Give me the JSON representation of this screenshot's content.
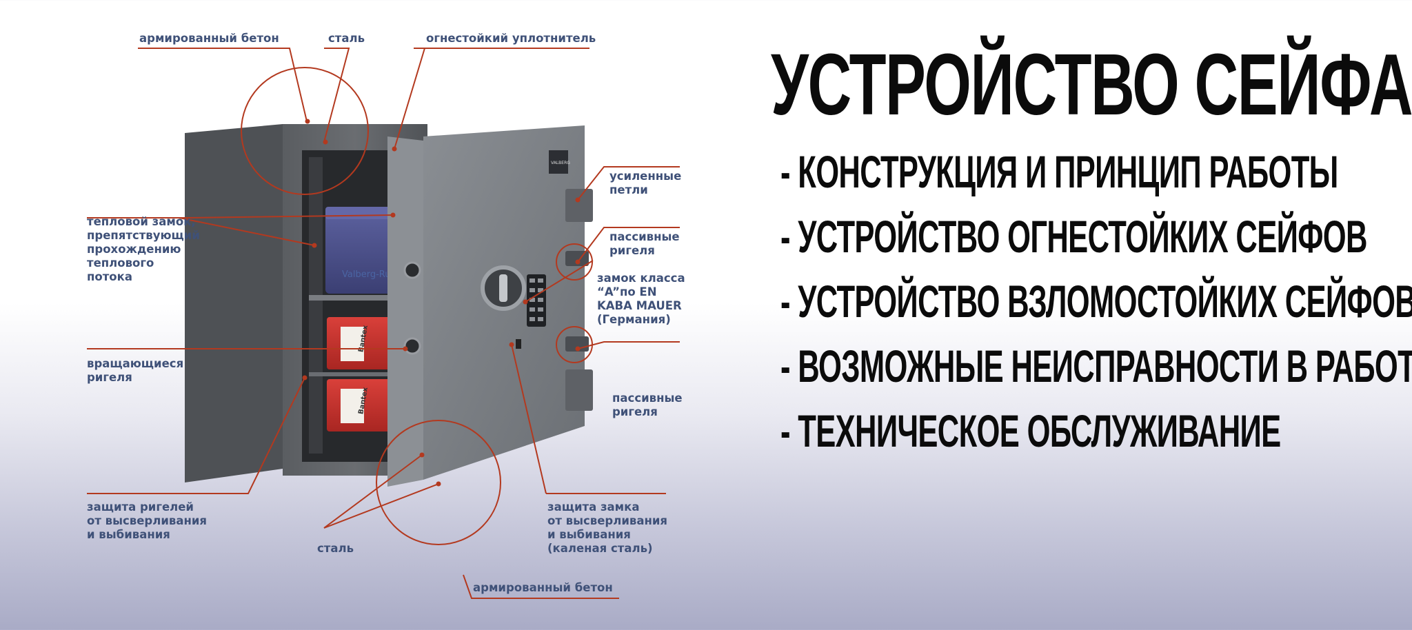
{
  "header": {
    "title": "УСТРОЙСТВО СЕЙФА"
  },
  "topics": [
    "- КОНСТРУКЦИЯ И ПРИНЦИП РАБОТЫ",
    "- УСТРОЙСТВО ОГНЕСТОЙКИХ СЕЙФОВ",
    "- УСТРОЙСТВО ВЗЛОМОСТОЙКИХ СЕЙФОВ",
    "- ВОЗМОЖНЫЕ НЕИСПРАВНОСТИ В РАБОТЕ",
    "- ТЕХНИЧЕСКОЕ ОБСЛУЖИВАНИЕ"
  ],
  "diagram": {
    "labels": {
      "reinforced_concrete_top": "армированный бетон",
      "steel_top": "сталь",
      "fire_seal": "огнестойкий уплотнитель",
      "reinforced_hinges": "усиленные\nпетли",
      "passive_bolts_top": "пассивные\nригеля",
      "lock_class": "замок класса\n“A”по EN\nKABA MAUER\n(Германия)",
      "passive_bolts_bottom": "пассивные\nригеля",
      "thermal_lock": "тепловой замок,\nпрепятствующий\nпрохождению\nтеплового\nпотока",
      "rotating_bolts": "вращающиеся\nригеля",
      "bolt_protection": "защита ригелей\nот высверливания\nи выбивания",
      "steel_bottom": "сталь",
      "lock_protection": "защита замка\nот высверливания\nи выбивания\n(каленая сталь)",
      "reinforced_concrete_bottom": "армированный бетон"
    },
    "safe_brand": "VALBERG",
    "binder_brand": "Bantex",
    "watermark": "Valberg-Russia.ru",
    "colors": {
      "callout_line": "#b3391f",
      "label_text": "#3f5178",
      "safe_body": "#5f6266",
      "safe_door": "#7b7f84",
      "binder_red": "#c9302c",
      "box_purple": "#4a4f8a",
      "title_text": "#0b0b0b"
    }
  }
}
